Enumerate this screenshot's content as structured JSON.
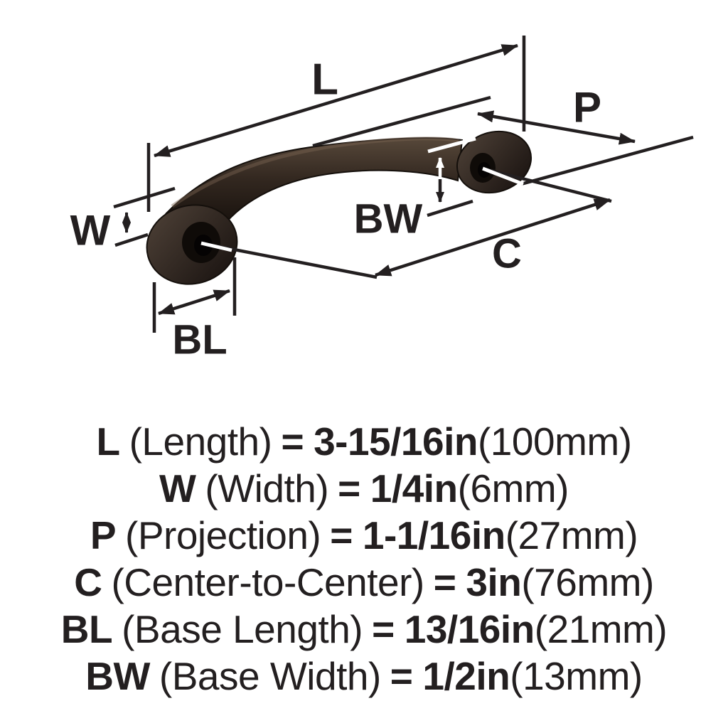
{
  "colors": {
    "ink": "#231f20",
    "background": "#ffffff",
    "handle_dark": "#1c140f",
    "handle_mid": "#3e332b",
    "handle_light": "#5a4a3c",
    "leader_white": "#ffffff"
  },
  "diagram": {
    "labels": {
      "length": "L",
      "width": "W",
      "projection": "P",
      "center_to_center": "C",
      "base_length": "BL",
      "base_width": "BW"
    }
  },
  "spec_list": {
    "rows": [
      {
        "symbol": "L",
        "name": "(Length)",
        "eq": "=",
        "value": "3-15/16in",
        "metric": "(100mm)"
      },
      {
        "symbol": "W",
        "name": "(Width)",
        "eq": "=",
        "value": "1/4in",
        "metric": "(6mm)"
      },
      {
        "symbol": "P",
        "name": "(Projection)",
        "eq": "=",
        "value": "1-1/16in",
        "metric": "(27mm)"
      },
      {
        "symbol": "C",
        "name": "(Center-to-Center)",
        "eq": "=",
        "value": "3in",
        "metric": "(76mm)"
      },
      {
        "symbol": "BL",
        "name": "(Base Length)",
        "eq": "=",
        "value": "13/16in",
        "metric": "(21mm)"
      },
      {
        "symbol": "BW",
        "name": "(Base Width)",
        "eq": "=",
        "value": "1/2in",
        "metric": "(13mm)"
      }
    ]
  }
}
